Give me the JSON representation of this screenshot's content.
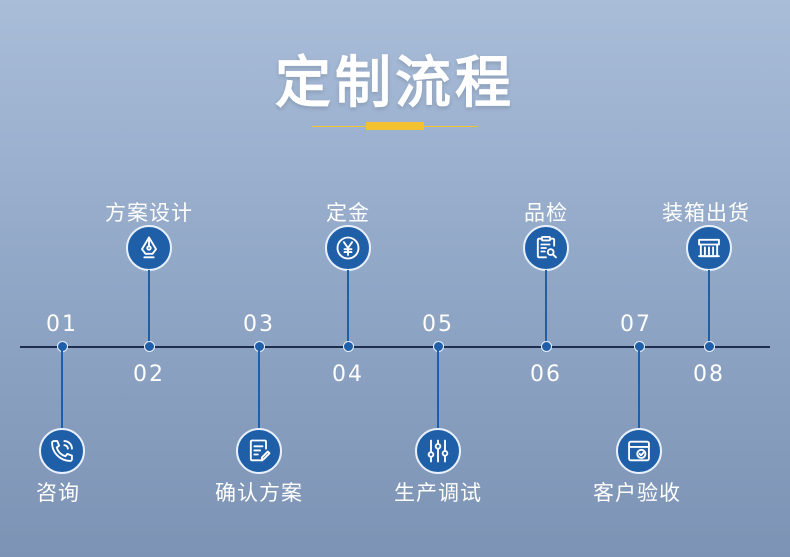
{
  "title": "定制流程",
  "accent_color": "#f2c230",
  "node_color": "#1f5fa8",
  "steps": [
    {
      "num": "01",
      "label": "咨询",
      "icon": "phone-icon"
    },
    {
      "num": "02",
      "label": "方案设计",
      "icon": "pen-nib-icon"
    },
    {
      "num": "03",
      "label": "确认方案",
      "icon": "edit-document-icon"
    },
    {
      "num": "04",
      "label": "定金",
      "icon": "yen-coin-icon"
    },
    {
      "num": "05",
      "label": "生产调试",
      "icon": "sliders-icon"
    },
    {
      "num": "06",
      "label": "品检",
      "icon": "clipboard-search-icon"
    },
    {
      "num": "07",
      "label": "客户验收",
      "icon": "check-window-icon"
    },
    {
      "num": "08",
      "label": "装箱出货",
      "icon": "storefront-icon"
    }
  ]
}
